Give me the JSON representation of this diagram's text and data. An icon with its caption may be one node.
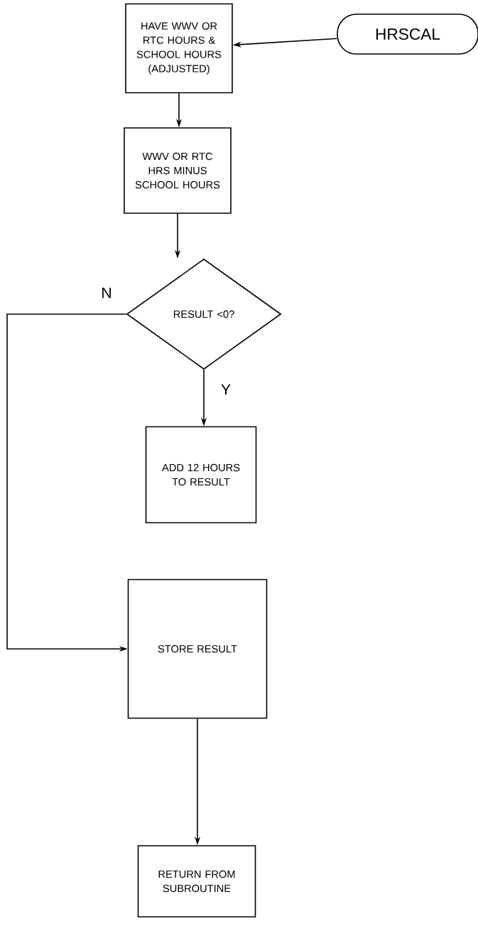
{
  "diagram": {
    "nodes": [
      {
        "text": [
          "HAVE WWV OR RTC HOURS & SCHOOL HOURS (ADJUSTED)"
        ]
      },
      {
        "text": [
          "HRSCAL"
        ]
      },
      {
        "text": [
          "WWV OR RTC HRS MINUS SCHOOL HOURS"
        ]
      },
      {
        "text": [
          "RESULT <0?"
        ]
      },
      {
        "text": [
          "ADD 12 HOURS TO RESULT"
        ]
      },
      {
        "text": [
          "STORE RESULT"
        ]
      },
      {
        "text": [
          "RETURN FROM SUBROUTINE"
        ]
      }
    ],
    "edges": [
      {
        "from": 1,
        "to": 0,
        "arrow": "to"
      },
      {
        "from": 0,
        "to": 2,
        "arrow": "to"
      },
      {
        "from": 2,
        "to": 3,
        "arrow": "to"
      },
      {
        "from": 3,
        "to": 4,
        "arrow": "to",
        "label": "Y"
      },
      {
        "from": 3,
        "to": 5,
        "arrow": "to",
        "label": "N"
      },
      {
        "from": 5,
        "to": 6,
        "arrow": "to"
      }
    ]
  }
}
